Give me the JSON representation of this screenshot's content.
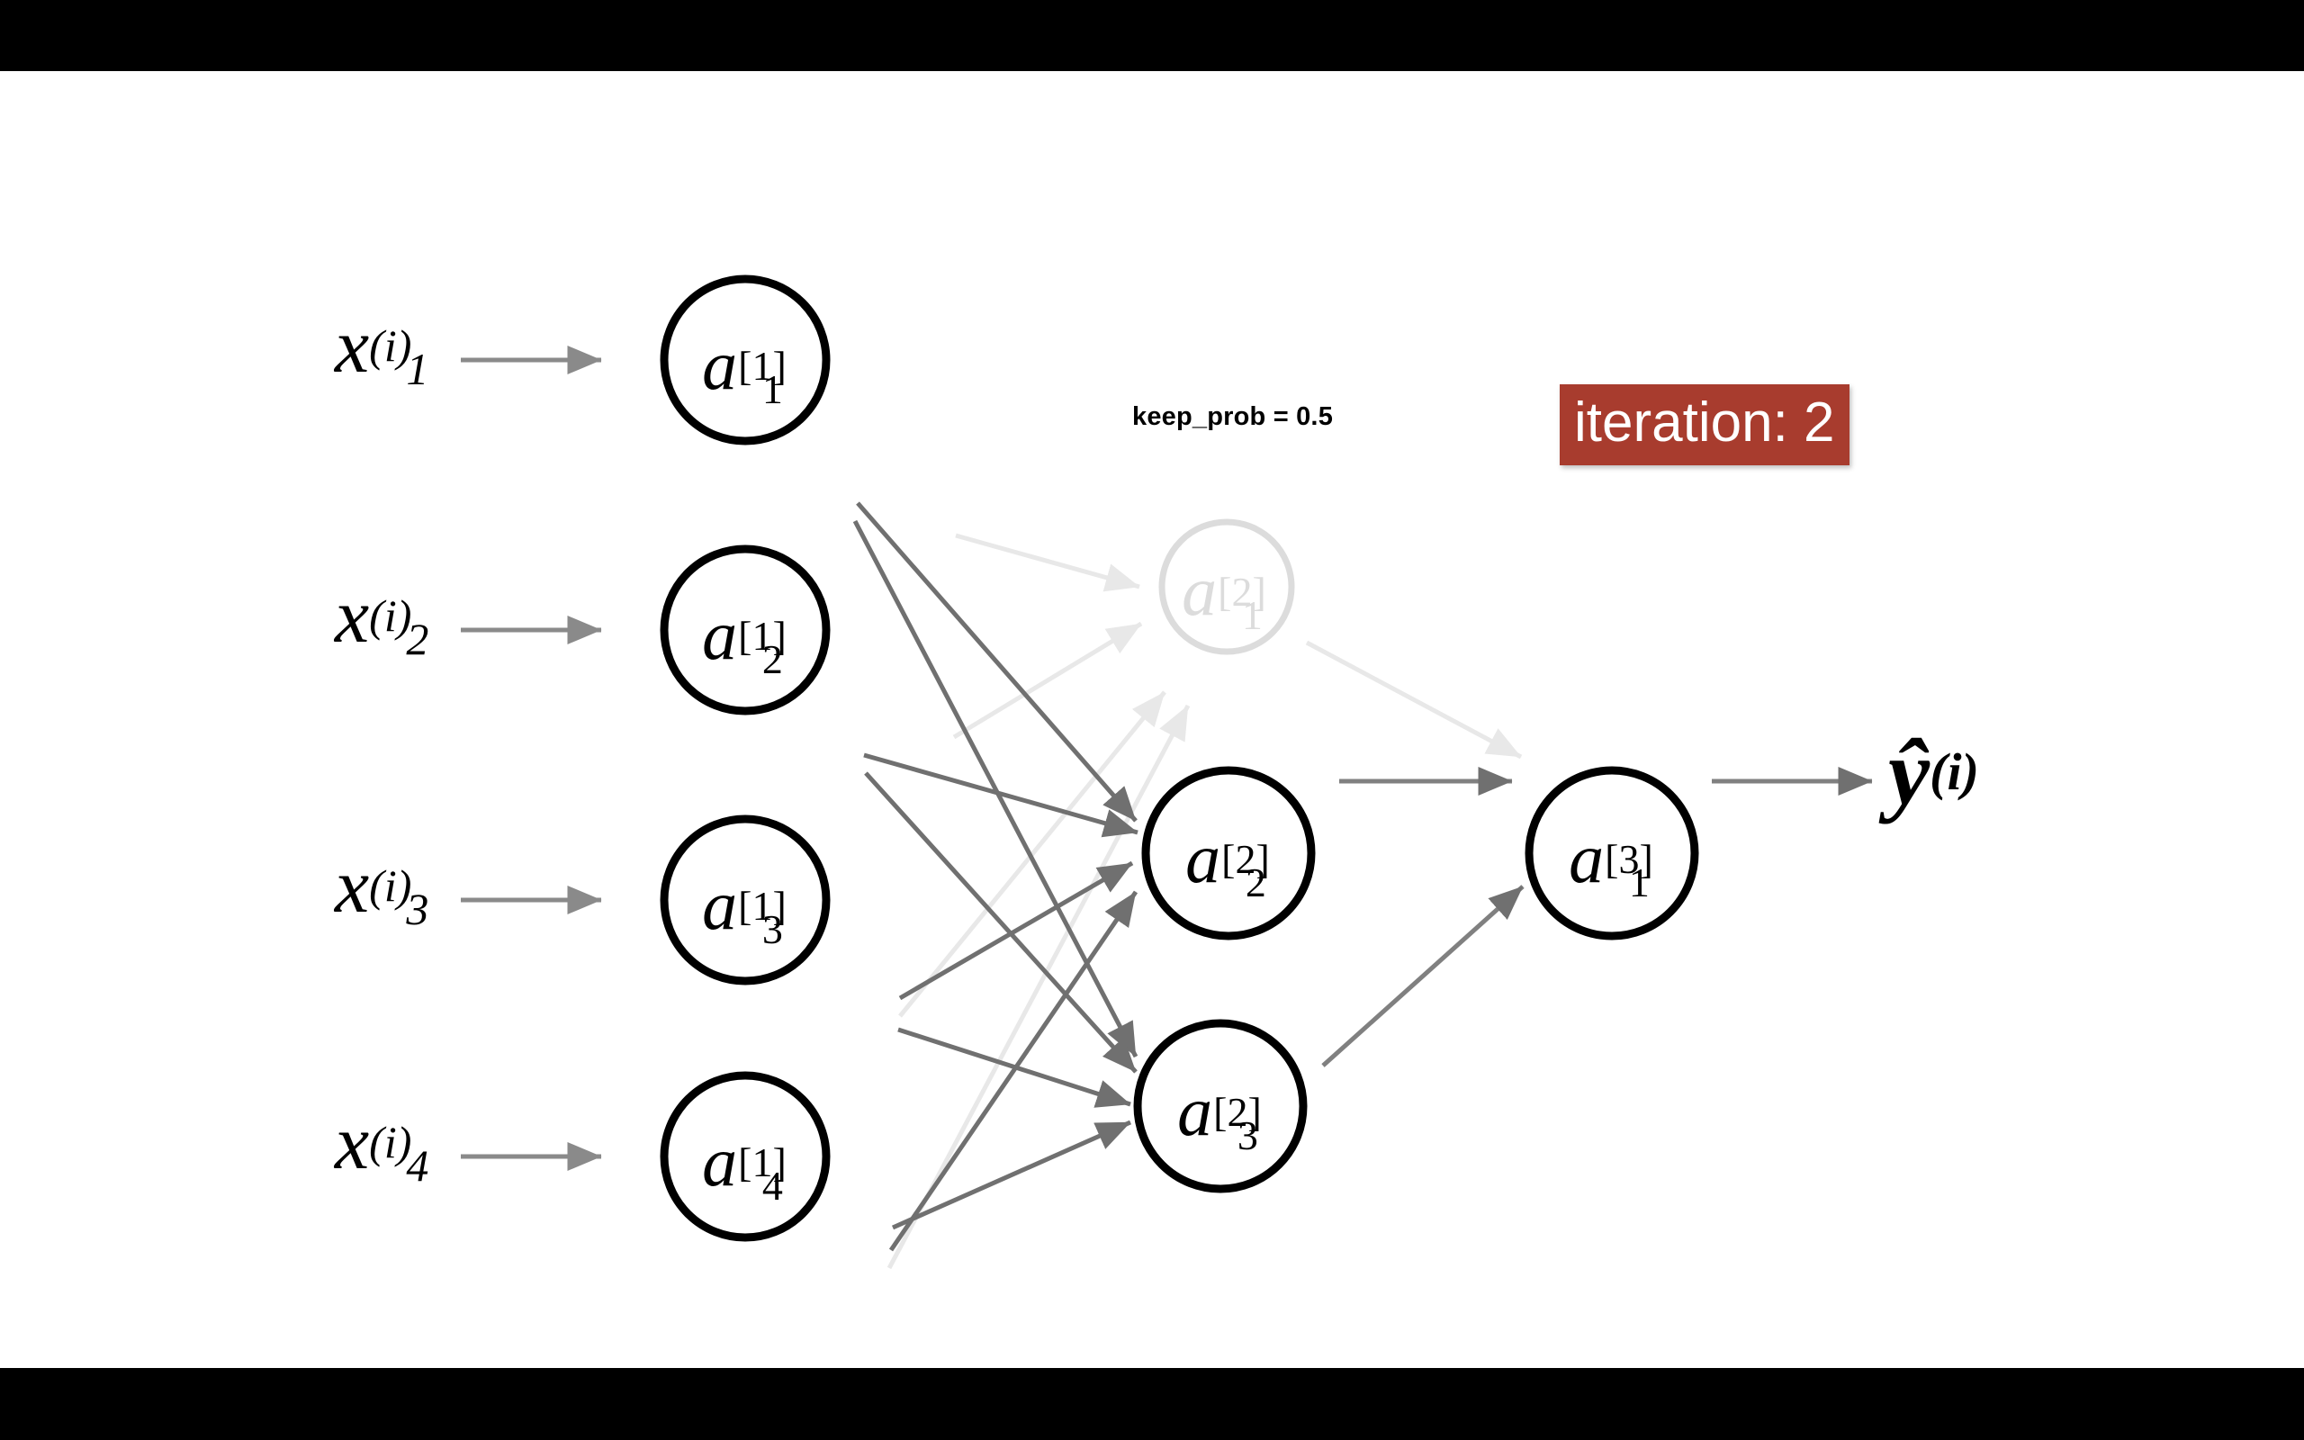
{
  "figure": {
    "title_note": "keep_prob = 0.5",
    "iteration_badge": "iteration: 2",
    "badge_color": "#a83c2e",
    "edge_color_active": "#707070",
    "edge_color_dropped": "#e8e8e8",
    "node_color_active": "#000000",
    "node_color_dropped": "#dcdcdc",
    "background": "#ffffff",
    "letterbox_color": "#000000"
  },
  "inputs": [
    {
      "base": "x",
      "sup": "(i)",
      "sub": "1"
    },
    {
      "base": "x",
      "sup": "(i)",
      "sub": "2"
    },
    {
      "base": "x",
      "sup": "(i)",
      "sub": "3"
    },
    {
      "base": "x",
      "sup": "(i)",
      "sub": "4"
    }
  ],
  "layer1": [
    {
      "base": "a",
      "sup": "[1]",
      "sub": "1",
      "state": "active"
    },
    {
      "base": "a",
      "sup": "[1]",
      "sub": "2",
      "state": "active"
    },
    {
      "base": "a",
      "sup": "[1]",
      "sub": "3",
      "state": "active"
    },
    {
      "base": "a",
      "sup": "[1]",
      "sub": "4",
      "state": "active"
    }
  ],
  "layer2": [
    {
      "base": "a",
      "sup": "[2]",
      "sub": "1",
      "state": "dropped"
    },
    {
      "base": "a",
      "sup": "[2]",
      "sub": "2",
      "state": "active"
    },
    {
      "base": "a",
      "sup": "[2]",
      "sub": "3",
      "state": "active"
    }
  ],
  "layer3": [
    {
      "base": "a",
      "sup": "[3]",
      "sub": "1",
      "state": "active"
    }
  ],
  "output": {
    "base": "y",
    "hat": true,
    "sup": "(i)"
  }
}
